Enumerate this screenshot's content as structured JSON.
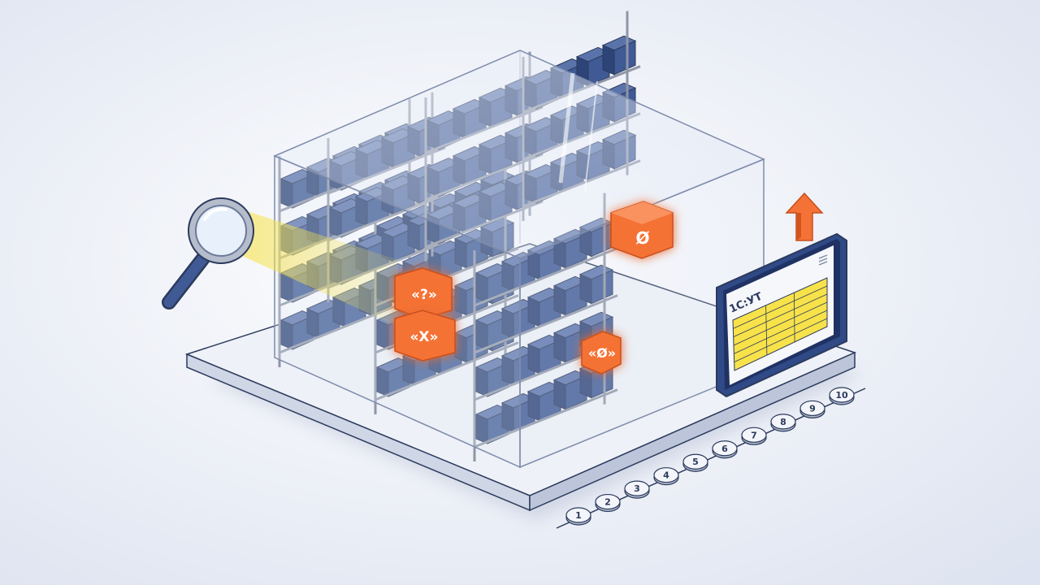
{
  "colors": {
    "background_light": "#ffffff",
    "background_edge": "#dde3f0",
    "box_navy": "#3f5a95",
    "box_navy_dark": "#2d4478",
    "box_navy_top": "#5a74ab",
    "shelf_metal": "#8f96a6",
    "glass": "#e9eef8",
    "platform": "#eef1f7",
    "platform_edge": "#b9c2d6",
    "highlight_orange": "#f57236",
    "search_beam": "#f7e34c",
    "screen_yellow": "#f7e24a",
    "outline": "#2c3a5c"
  },
  "icons": {
    "magnifier": "magnifying-glass-icon",
    "arrow": "up-arrow-icon"
  },
  "tablet": {
    "title": "1С:УТ"
  },
  "problem_boxes": [
    {
      "label": "«?»"
    },
    {
      "label": "«X»"
    },
    {
      "label": "«Ø»"
    },
    {
      "label": "Ø"
    }
  ],
  "steps": [
    "1",
    "2",
    "3",
    "4",
    "5",
    "6",
    "7",
    "8",
    "9",
    "10"
  ]
}
